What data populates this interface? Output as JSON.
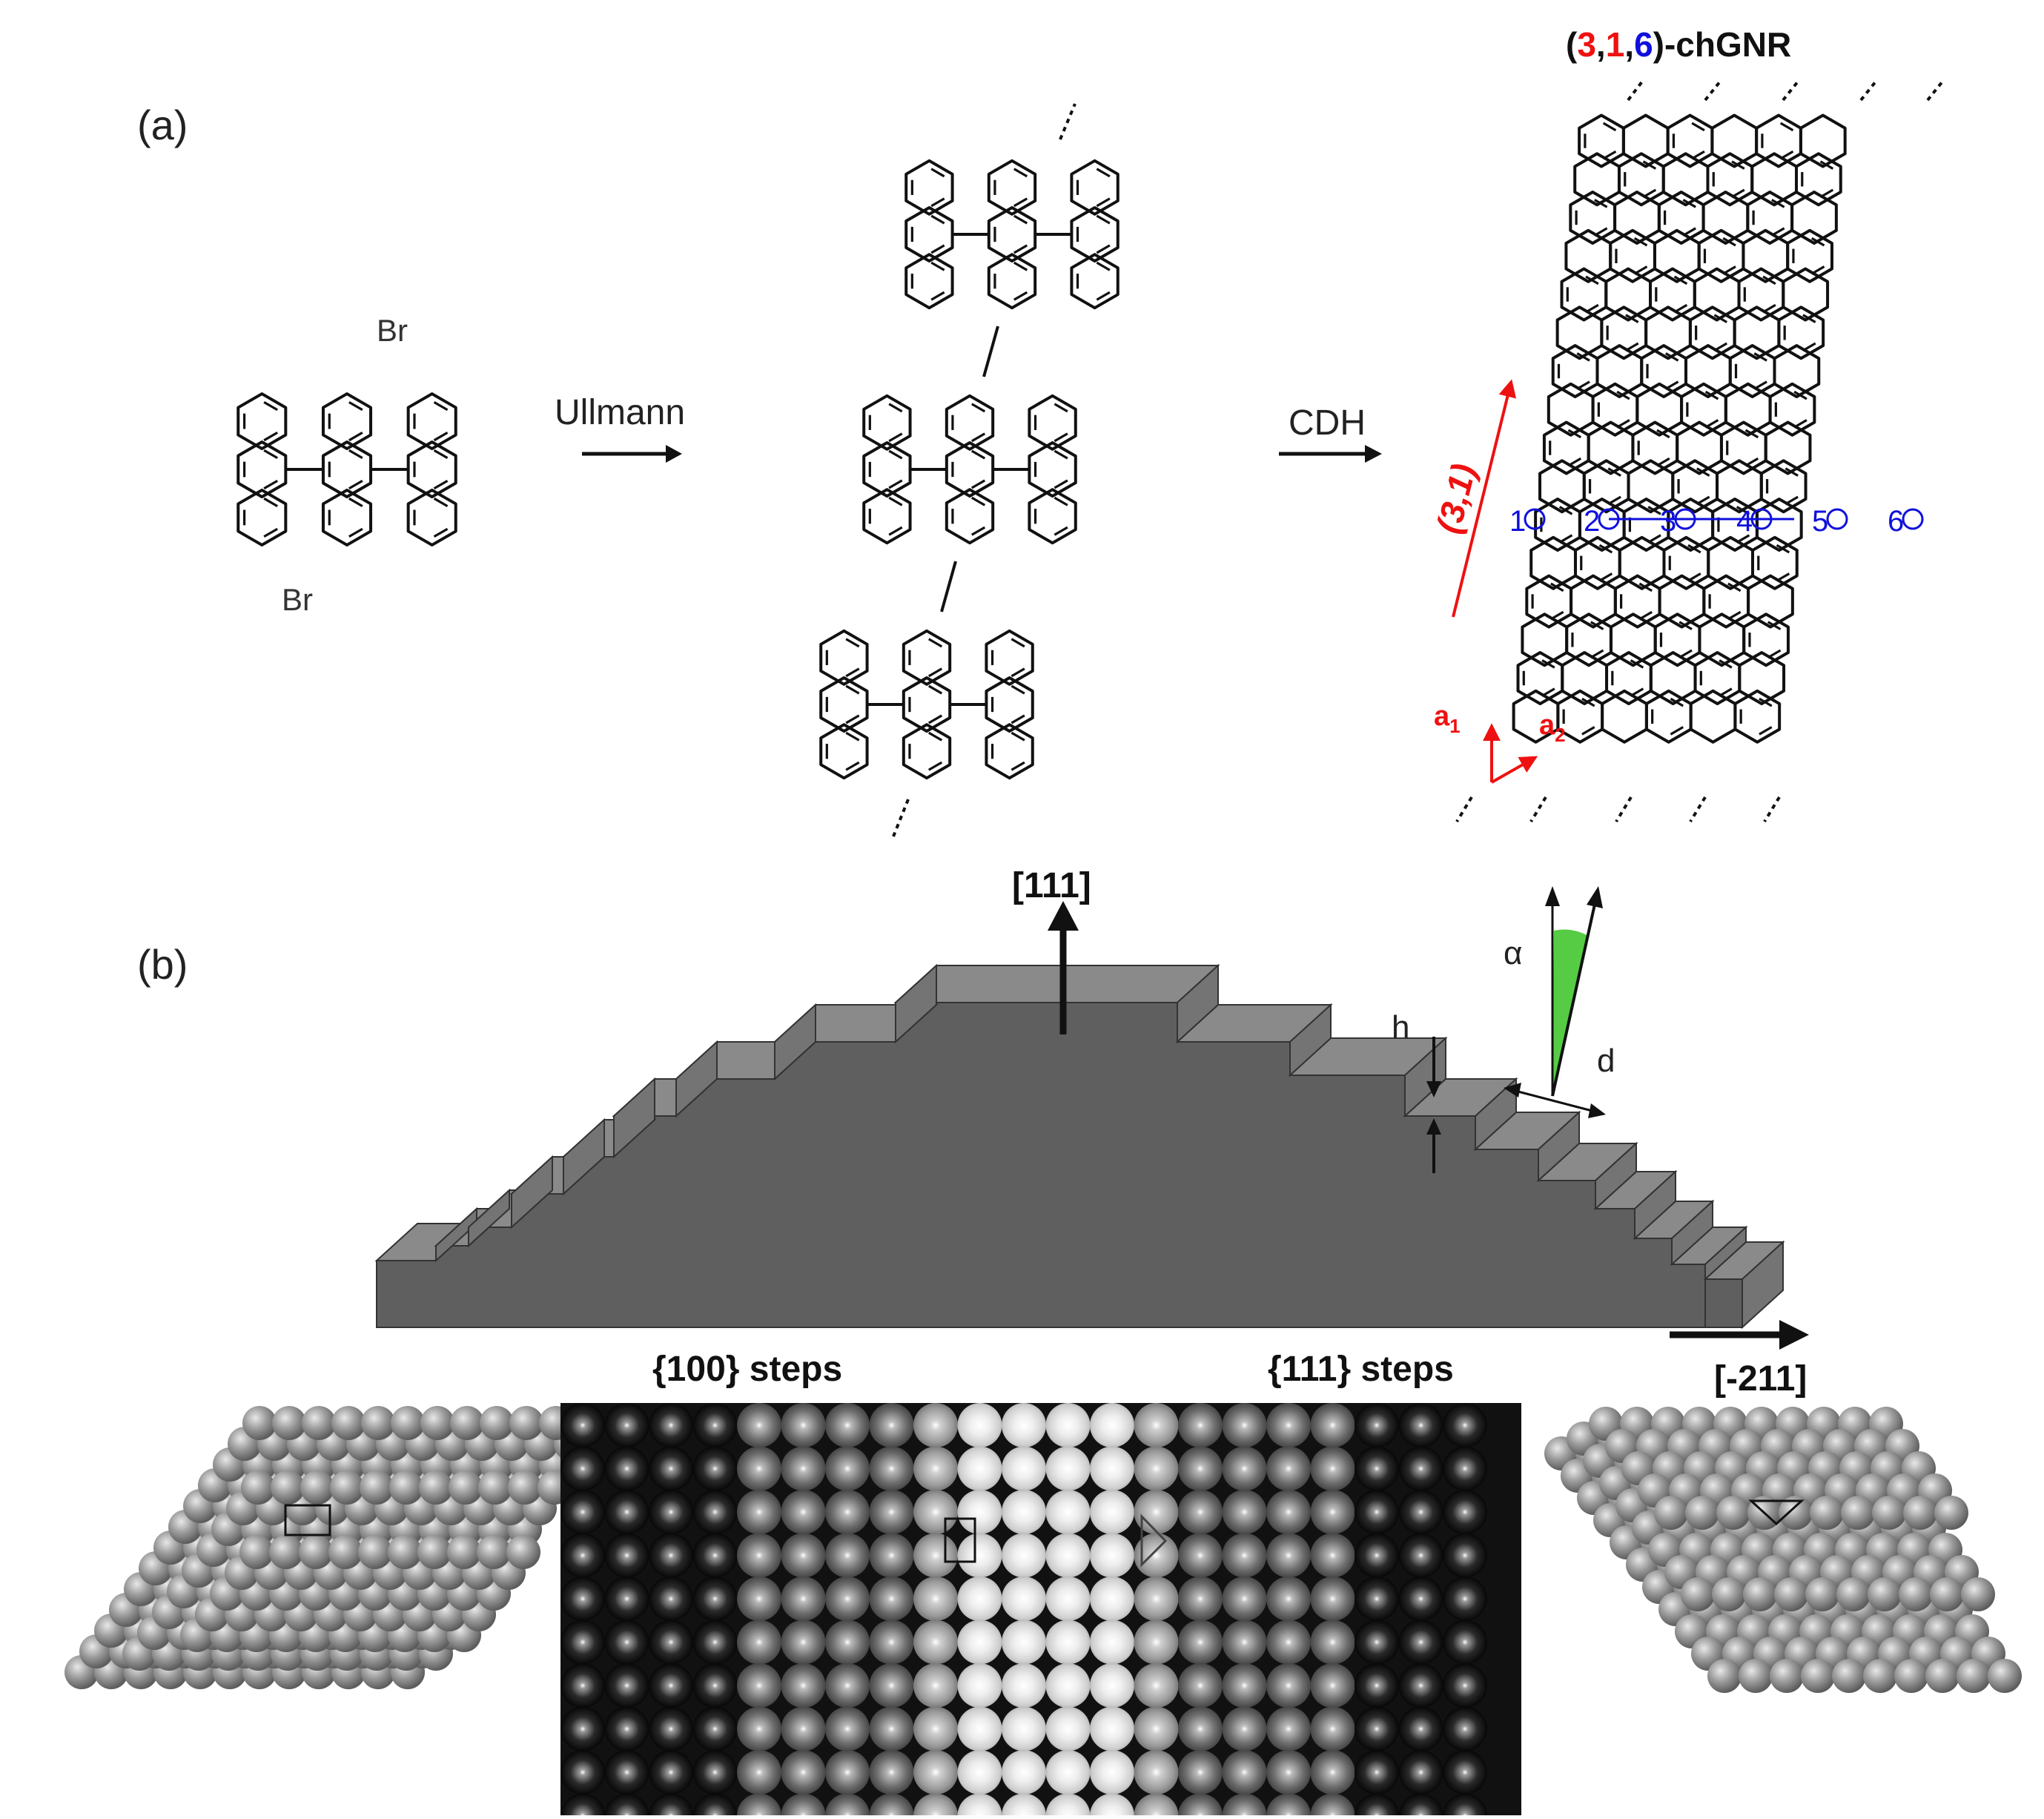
{
  "panel_a": {
    "label": "(a)",
    "precursor": {
      "br_top": "Br",
      "br_bottom": "Br"
    },
    "step1_label": "Ullmann",
    "step2_label": "CDH",
    "product_title": {
      "open": "(",
      "n": "3",
      "c1": ",",
      "m": "1",
      "c2": ",",
      "w": "6",
      "suffix": ")-chGNR"
    },
    "vector_label": "(3,1)",
    "a1": {
      "main": "a",
      "sub": "1"
    },
    "a2": {
      "main": "a",
      "sub": "2"
    },
    "width_labels": [
      "1",
      "2",
      "3",
      "4",
      "5",
      "6"
    ],
    "colors": {
      "bond": "#111111",
      "red": "#ee1111",
      "blue": "#1010dd"
    }
  },
  "panel_b": {
    "label": "(b)",
    "axis_up": "[111]",
    "axis_right": "[-211]",
    "h_label": "h",
    "alpha_label": "α",
    "d_label": "d",
    "steps_left": "{100} steps",
    "steps_right": "{111} steps",
    "colors": {
      "top": "#8a8a8a",
      "front": "#5f5f5f",
      "side": "#747474",
      "green": "#55cc44"
    }
  }
}
